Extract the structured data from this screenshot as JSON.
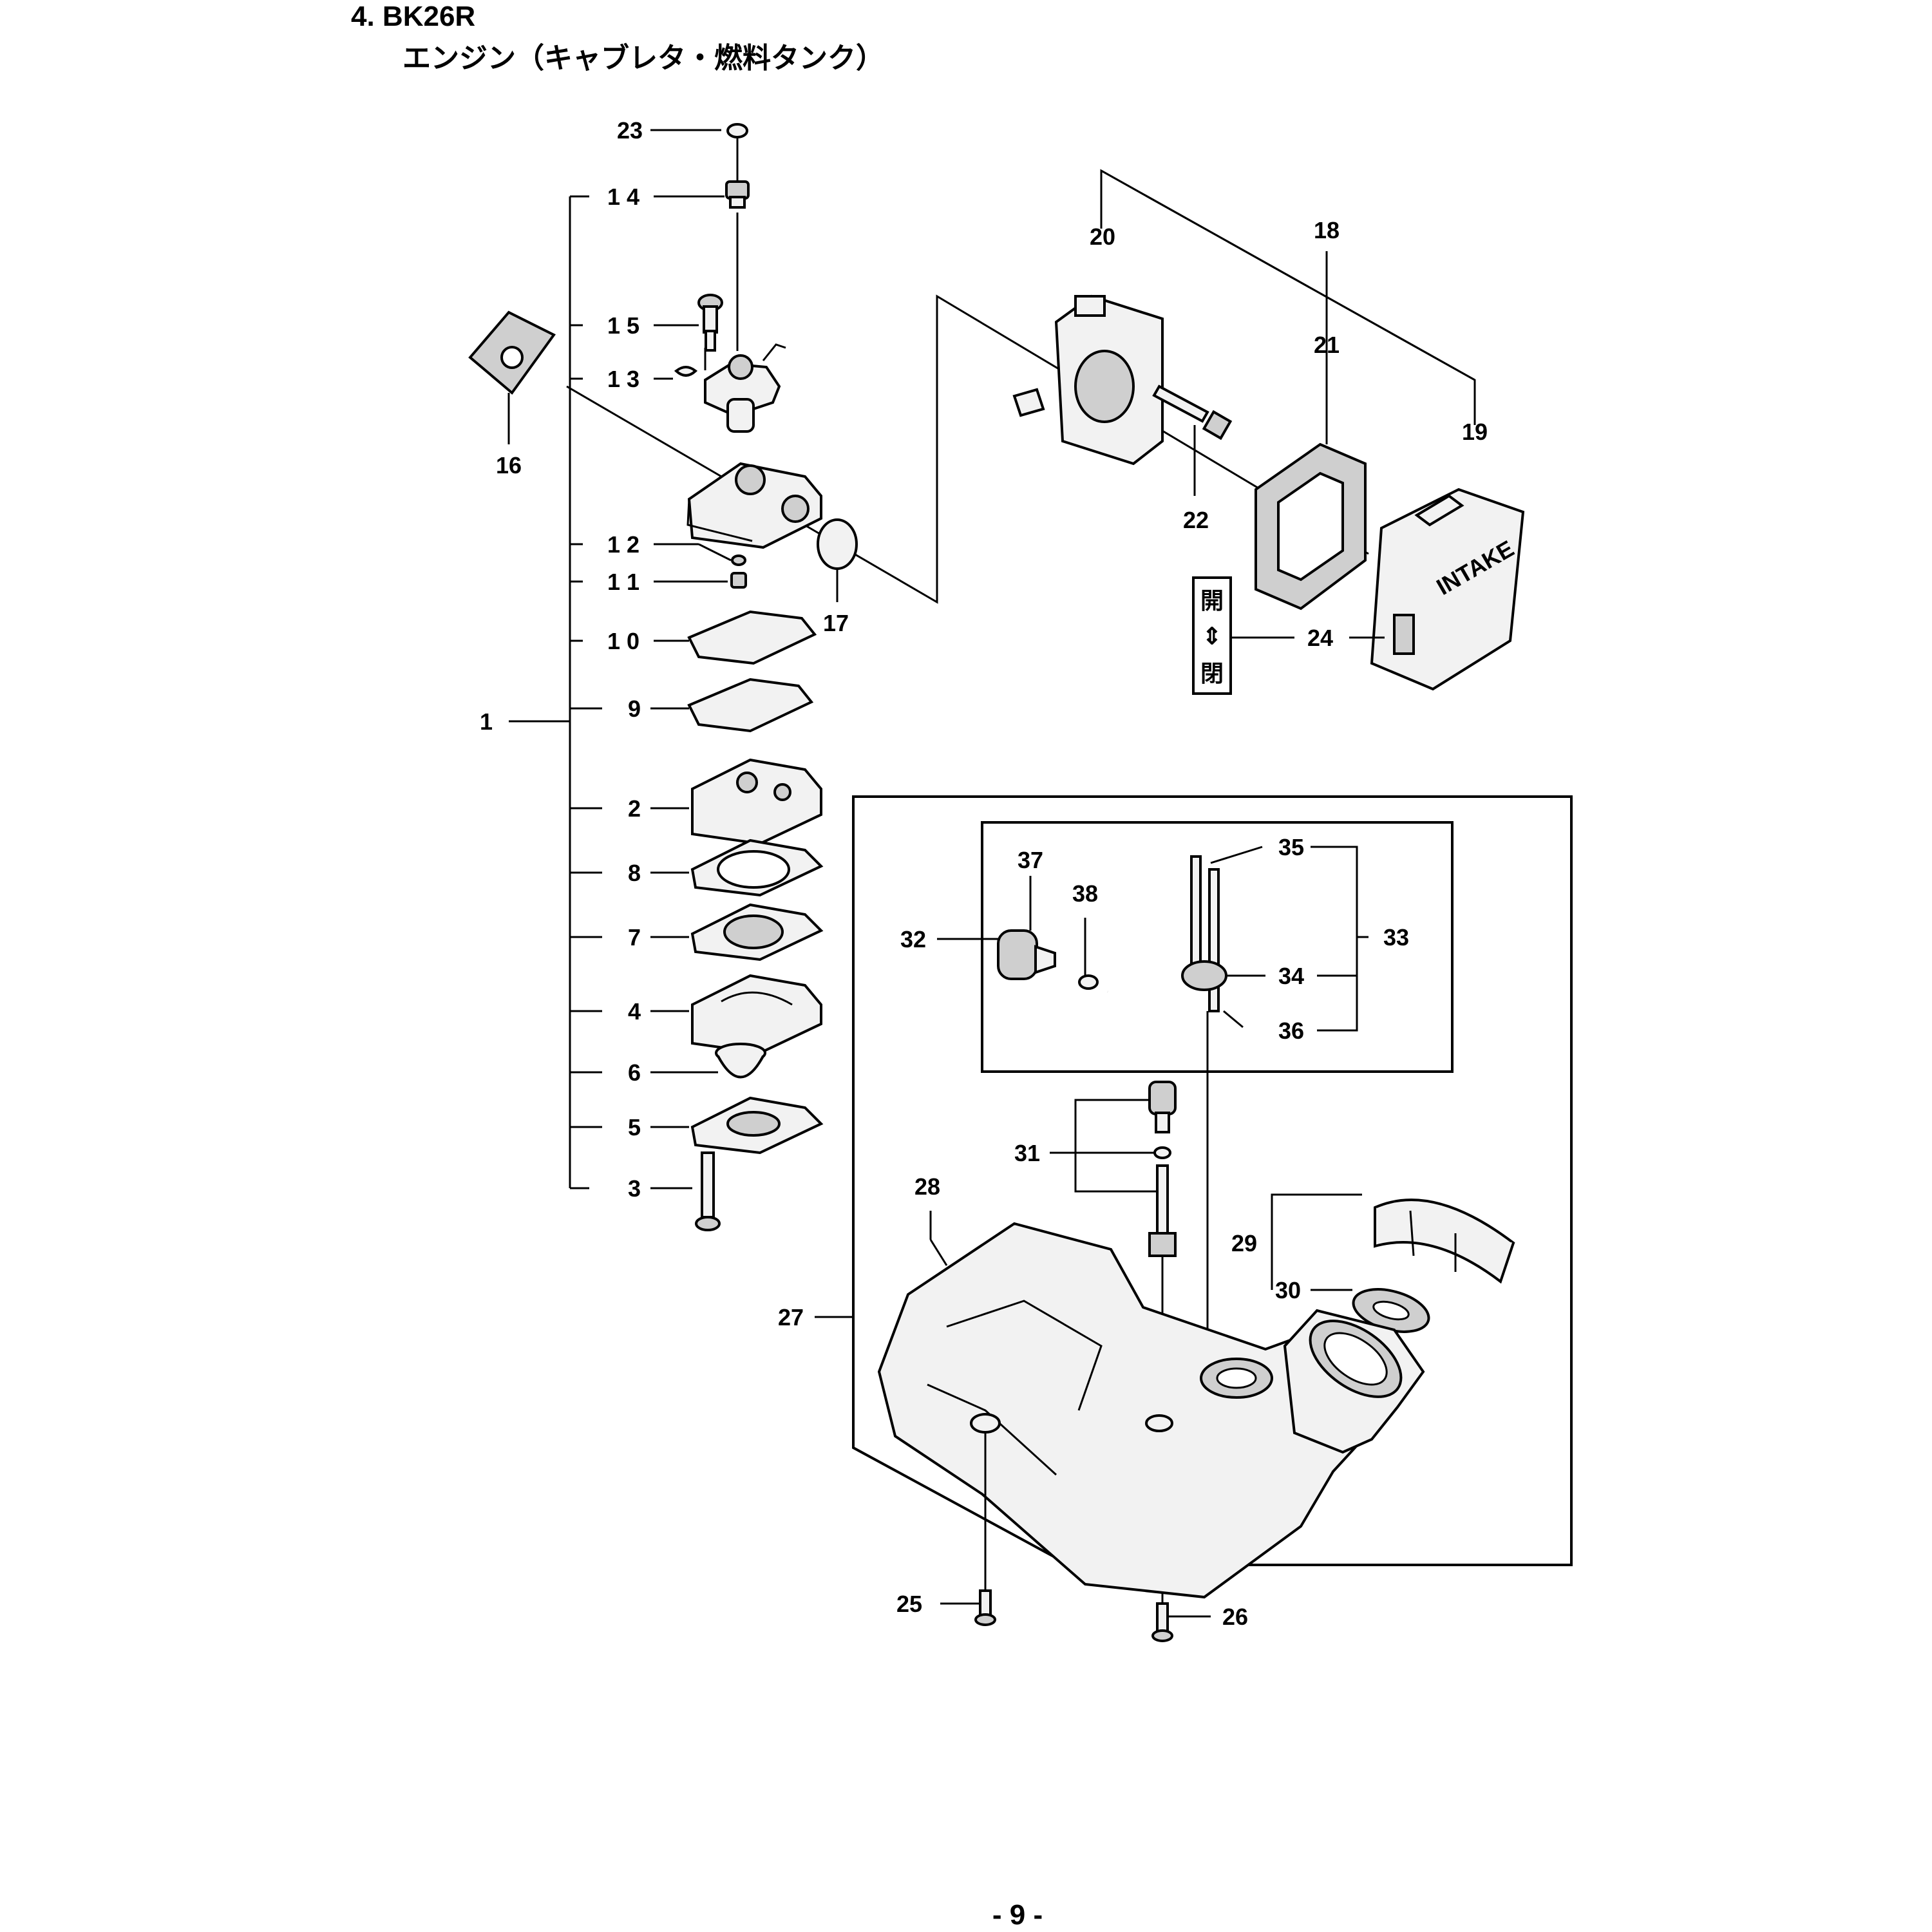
{
  "header": {
    "section": "4. BK26R",
    "subtitle": "エンジン（キャブレタ・燃料タンク）"
  },
  "footer": {
    "page": "- 9 -"
  },
  "legend": {
    "top": "開",
    "bottom": "閉",
    "arrow": "⇕"
  },
  "cover_text": "INTAKE",
  "callouts": {
    "c1": "1",
    "c2": "2",
    "c3": "3",
    "c4": "4",
    "c5": "5",
    "c6": "6",
    "c7": "7",
    "c8": "8",
    "c9": "9",
    "c10": "1 0",
    "c11": "1 1",
    "c12": "1 2",
    "c13": "1 3",
    "c14": "1 4",
    "c15": "1 5",
    "c16": "16",
    "c17": "17",
    "c18": "18",
    "c19": "19",
    "c20": "20",
    "c21": "21",
    "c22": "22",
    "c23": "23",
    "c24": "24",
    "c25": "25",
    "c26": "26",
    "c27": "27",
    "c28": "28",
    "c29": "29",
    "c30": "30",
    "c31": "31",
    "c32": "32",
    "c33": "33",
    "c34": "34",
    "c35": "35",
    "c36": "36",
    "c37": "37",
    "c38": "38"
  }
}
